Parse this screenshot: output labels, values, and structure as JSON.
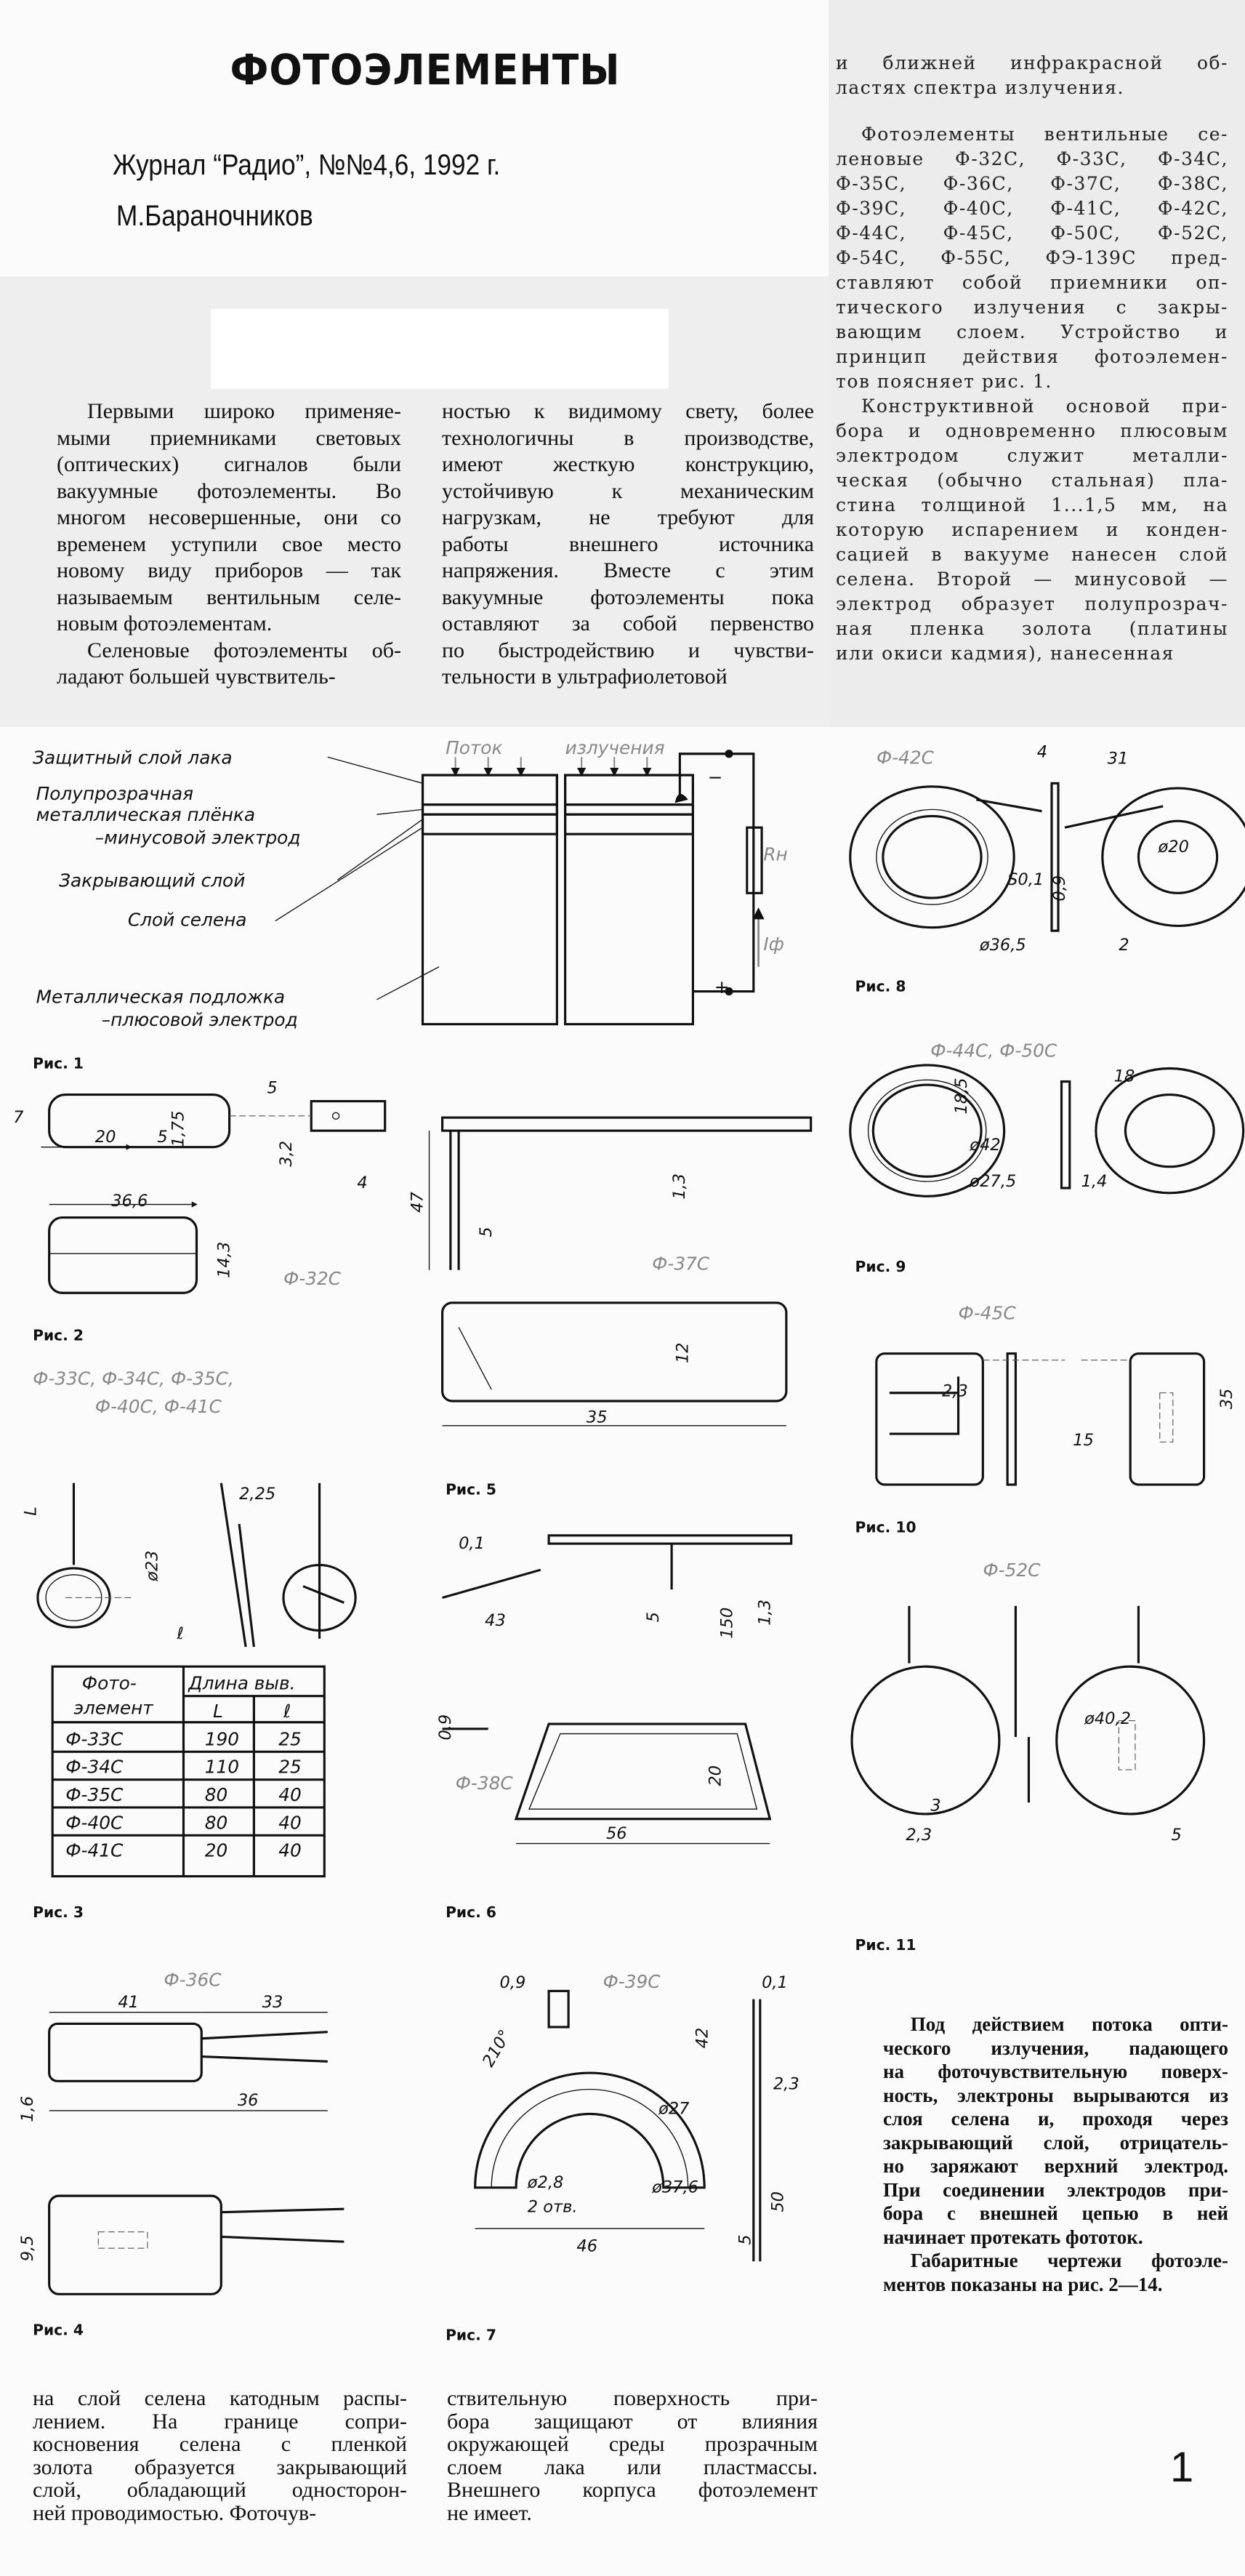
{
  "header": {
    "title": "ФОТОЭЛЕМЕНТЫ",
    "source": "Журнал “Радио”, №№4,6, 1992 г.",
    "author": "М.Бараночников"
  },
  "columns": {
    "top_left": [
      [
        "Первыми широко применяе-",
        "мыми приемниками световых",
        "(оптических) сигналов были",
        "вакуумные фотоэлементы. Во",
        "многом несовершенные, они со",
        "временем уступили свое место",
        "новому виду приборов — так",
        "называемым вентильным селе-",
        "новым фотоэлементам."
      ],
      [
        "Селеновые фотоэлементы об-",
        "ладают большей чувствитель-"
      ]
    ],
    "top_middle": [
      [
        "ностью к видимому свету, более",
        "технологичны в производстве,",
        "имеют жесткую конструкцию,",
        "устойчивую к механическим",
        "нагрузкам, не требуют для",
        "работы внешнего источника",
        "напряжения. Вместе с этим",
        "вакуумные фотоэлементы пока",
        "оставляют за собой первенство",
        "по быстродействию и чувстви-",
        "тельности в ультрафиолетовой"
      ]
    ],
    "top_right": [
      [
        "и ближней инфракрасной об-",
        "ластях спектра излучения."
      ],
      [
        "Фотоэлементы вентильные се-",
        "леновые Ф-32С, Ф-33С, Ф-34С,",
        "Ф-35С, Ф-36С, Ф-37С, Ф-38С,",
        "Ф-39С, Ф-40С, Ф-41С, Ф-42С,",
        "Ф-44С, Ф-45С, Ф-50С, Ф-52С,",
        "Ф-54С, Ф-55С, ФЭ-139С пред-",
        "ставляют собой приемники оп-",
        "тического излучения с закры-",
        "вающим слоем. Устройство и",
        "принцип действия фотоэлемен-",
        "тов поясняет рис. 1."
      ],
      [
        "Конструктивной основой при-",
        "бора и одновременно плюсовым",
        "электродом служит металли-",
        "ческая (обычно стальная) пла-",
        "стина толщиной 1...1,5 мм, на",
        "которую испарением и конден-",
        "сацией в вакууме нанесен слой",
        "селена. Второй — минусовой —",
        "электрод образует полупрозрач-",
        "ная пленка золота (платины",
        "или окиси кадмия), нанесенная"
      ]
    ],
    "lower_right": [
      [
        "Под действием потока опти-",
        "ческого излучения, падающего",
        "на фоточувствительную поверх-",
        "ность, электроны вырываются из",
        "слоя селена и, проходя через",
        "закрывающий слой, отрицатель-",
        "но заряжают верхний электрод.",
        "При соединении электродов при-",
        "бора с внешней цепью в ней",
        "начинает протекать фототок."
      ],
      [
        "Габаритные чертежи фотоэле-",
        "ментов показаны на рис. 2—14."
      ]
    ],
    "bottom_left": [
      [
        "на слой селена катодным распы-",
        "лением. На границе сопри-",
        "косновения селена с пленкой",
        "золота образуется закрывающий",
        "слой, обладающий односторон-",
        "ней проводимостью. Фоточув-"
      ]
    ],
    "bottom_middle": [
      [
        "ствительную поверхность при-",
        "бора защищают от влияния",
        "окружающей среды прозрачным",
        "слоем лака или пластмассы.",
        "Внешнего корпуса фотоэлемент",
        "не имеет."
      ]
    ]
  },
  "fig1": {
    "caption": "Рис. 1",
    "labels": [
      "Защитный слой лака",
      "Полупрозрачная",
      "металлическая плёнка",
      "–минусовой электрод",
      "Закрывающий слой",
      "Слой селена",
      "Металлическая подложка",
      "–плюсовой электрод"
    ],
    "flux": [
      "Поток",
      "излучения"
    ],
    "rh": "Rн",
    "iph": "Iф",
    "minus": "−",
    "plus": "+"
  },
  "fig2": {
    "caption": "Рис. 2",
    "model": "Ф-32С",
    "dims": [
      "7",
      "20",
      "5",
      "1,75",
      "5",
      "3,2",
      "4",
      "36,6",
      "14,3"
    ]
  },
  "fig3": {
    "caption": "Рис. 3",
    "models": [
      "Ф-33С, Ф-34С, Ф-35С,",
      "Ф-40С, Ф-41С"
    ],
    "dims": [
      "L",
      "ø23",
      "2,25",
      "ℓ"
    ],
    "table": {
      "header_col1": "Фото-\nэлемент",
      "header_group": "Длина выв.",
      "sub": [
        "L",
        "ℓ"
      ],
      "rows": [
        [
          "Ф-33С",
          "190",
          "25"
        ],
        [
          "Ф-34С",
          "110",
          "25"
        ],
        [
          "Ф-35С",
          "80",
          "40"
        ],
        [
          "Ф-40С",
          "80",
          "40"
        ],
        [
          "Ф-41С",
          "20",
          "40"
        ]
      ]
    }
  },
  "fig4": {
    "caption": "Рис. 4",
    "model": "Ф-36С",
    "dims": [
      "41",
      "33",
      "1,6",
      "36",
      "9,5"
    ]
  },
  "fig5": {
    "caption": "Рис. 5",
    "model": "Ф-37С",
    "dims": [
      "47",
      "1,3",
      "5",
      "12",
      "35"
    ]
  },
  "fig6": {
    "caption": "Рис. 6",
    "model": "Ф-38С",
    "dims": [
      "0,1",
      "43",
      "150",
      "5",
      "1,3",
      "0,9",
      "20",
      "56"
    ]
  },
  "fig7": {
    "caption": "Рис. 7",
    "model": "Ф-39С",
    "dims": [
      "0,9",
      "0,1",
      "210°",
      "42",
      "2,3",
      "ø27",
      "ø2,8",
      "2 отв.",
      "ø37,6",
      "46",
      "5",
      "50"
    ]
  },
  "fig8": {
    "caption": "Рис. 8",
    "model": "Ф-42С",
    "dims": [
      "4",
      "31",
      "S0,1",
      "0,9",
      "ø20",
      "ø36,5",
      "2"
    ]
  },
  "fig9": {
    "caption": "Рис. 9",
    "model": "Ф-44С, Ф-50С",
    "dims": [
      "18,5",
      "18",
      "ø42",
      "ø27,5",
      "1,4"
    ]
  },
  "fig10": {
    "caption": "Рис. 10",
    "model": "Ф-45С",
    "dims": [
      "2,3",
      "15",
      "35"
    ]
  },
  "fig11": {
    "caption": "Рис. 11",
    "model": "Ф-52С",
    "dims": [
      "ø40,2",
      "3",
      "2,3",
      "5"
    ]
  },
  "page_number": "1"
}
